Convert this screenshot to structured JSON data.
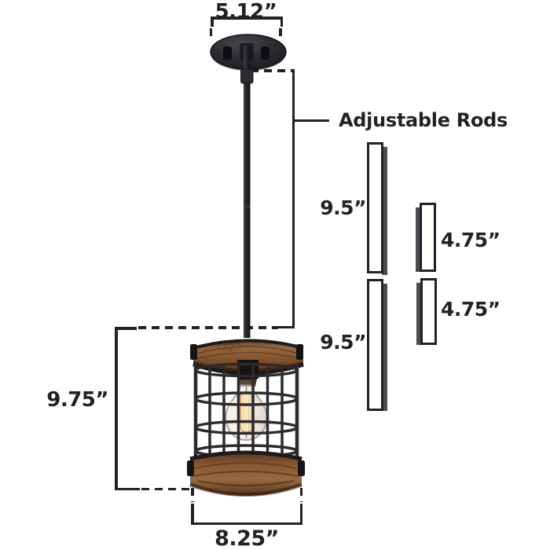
{
  "diagram": {
    "subject": "caged-pendant-light-dimension-diagram",
    "background": "#ffffff",
    "line_color": "#242124",
    "text_color": "#232124"
  },
  "labels": {
    "canopy_width": "5.12”",
    "adjustable_rods": "Adjustable Rods",
    "rod_long_top": "9.5”",
    "rod_short_top": "4.75”",
    "rod_long_bottom": "9.5”",
    "rod_short_bottom": "4.75”",
    "fixture_height": "9.75”",
    "fixture_width": "8.25”"
  },
  "colors": {
    "wood_light": "#a3754a",
    "wood_mid": "#84542e",
    "wood_dark": "#4e2c17",
    "metal_black": "#232227",
    "rod_shadow": "#4b4b53",
    "filament": "#e9a94d",
    "glass_tint": "#f7f1e6"
  }
}
